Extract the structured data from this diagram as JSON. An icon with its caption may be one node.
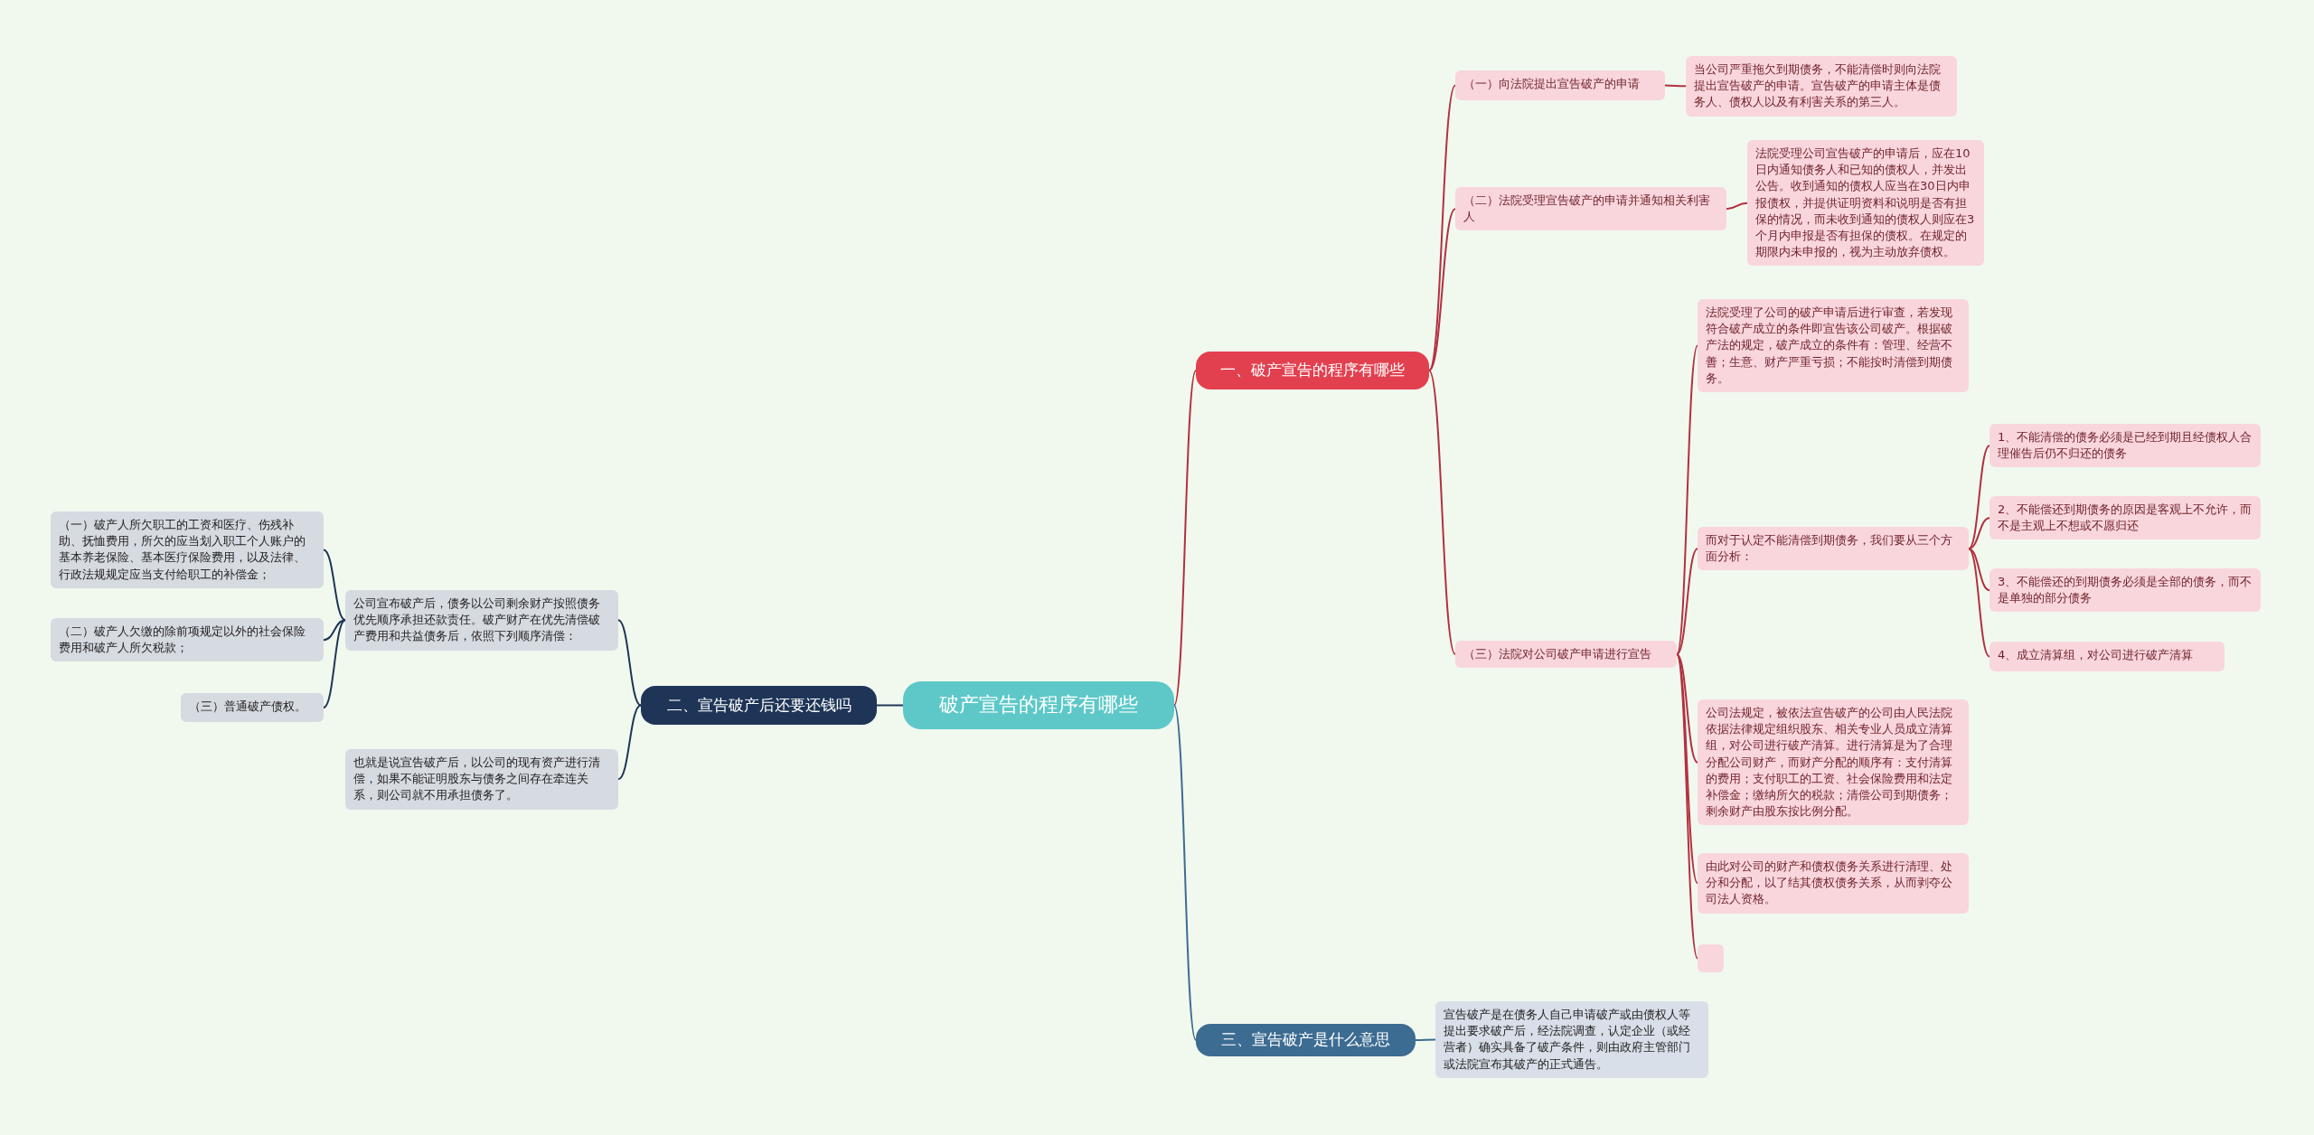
{
  "diagram": {
    "nodes": [
      {
        "text": [
          "破产宣告的程序有哪些"
        ]
      },
      {
        "text": [
          "一、破产宣告的程序有哪些"
        ]
      },
      {
        "text": [
          "（一）向法院提出宣告破产的申请"
        ]
      },
      {
        "text": [
          "当公司严重拖欠到期债务，不能清偿时则向法院提出宣告破产的申请。宣告破产的申请主体是债务人、债权人以及有利害关系的第三人。"
        ]
      },
      {
        "text": [
          "（二）法院受理宣告破产的申请并通知相关利害人"
        ]
      },
      {
        "text": [
          "法院受理公司宣告破产的申请后，应在10日内通知债务人和已知的债权人，并发出公告。收到通知的债权人应当在30日内申报债权，并提供证明资料和说明是否有担保的情况，而未收到通知的债权人则应在3个月内申报是否有担保的债权。在规定的期限内未申报的，视为主动放弃债权。"
        ]
      },
      {
        "text": [
          "（三）法院对公司破产申请进行宣告"
        ]
      },
      {
        "text": [
          "法院受理了公司的破产申请后进行审查，若发现符合破产成立的条件即宣告该公司破产。根据破产法的规定，破产成立的条件有：管理、经营不善；生意、财产严重亏损；不能按时清偿到期债务。"
        ]
      },
      {
        "text": [
          "而对于认定不能清偿到期债务，我们要从三个方面分析："
        ]
      },
      {
        "text": [
          "1、不能清偿的债务必须是已经到期且经债权人合理催告后仍不归还的债务"
        ]
      },
      {
        "text": [
          "2、不能偿还到期债务的原因是客观上不允许，而不是主观上不想或不愿归还"
        ]
      },
      {
        "text": [
          "3、不能偿还的到期债务必须是全部的债务，而不是单独的部分债务"
        ]
      },
      {
        "text": [
          "4、成立清算组，对公司进行破产清算"
        ]
      },
      {
        "text": [
          "公司法规定，被依法宣告破产的公司由人民法院依据法律规定组织股东、相关专业人员成立清算组，对公司进行破产清算。进行清算是为了合理分配公司财产，而财产分配的顺序有：支付清算的费用；支付职工的工资、社会保险费用和法定补偿金；缴纳所欠的税款；清偿公司到期债务；剩余财产由股东按比例分配。"
        ]
      },
      {
        "text": [
          "由此对公司的财产和债权债务关系进行清理、处分和分配，以了结其债权债务关系，从而剥夺公司法人资格。"
        ]
      },
      {
        "text": [],
        "shape": "box"
      },
      {
        "text": [
          "二、宣告破产后还要还钱吗"
        ]
      },
      {
        "text": [
          "公司宣布破产后，债务以公司剩余财产按照债务优先顺序承担还款责任。破产财产在优先清偿破产费用和共益债务后，依照下列顺序清偿："
        ]
      },
      {
        "text": [
          "（一）破产人所欠职工的工资和医疗、伤残补助、抚恤费用，所欠的应当划入职工个人账户的基本养老保险、基本医疗保险费用，以及法律、行政法规规定应当支付给职工的补偿金；"
        ]
      },
      {
        "text": [
          "（二）破产人欠缴的除前项规定以外的社会保险费用和破产人所欠税款；"
        ]
      },
      {
        "text": [
          "（三）普通破产债权。"
        ]
      },
      {
        "text": [
          "也就是说宣告破产后，以公司的现有资产进行清偿，如果不能证明股东与债务之间存在牵连关系，则公司就不用承担债务了。"
        ]
      },
      {
        "text": [
          "三、宣告破产是什么意思"
        ]
      },
      {
        "text": [
          "宣告破产是在债务人自己申请破产或由债权人等提出要求破产后，经法院调查，认定企业（或经营者）确实具备了破产条件，则由政府主管部门或法院宣布其破产的正式通告。"
        ]
      }
    ],
    "edges": [
      {
        "from": 0,
        "to": 1,
        "arrow": "none"
      },
      {
        "from": 1,
        "to": 2,
        "arrow": "none"
      },
      {
        "from": 2,
        "to": 3,
        "arrow": "none"
      },
      {
        "from": 1,
        "to": 4,
        "arrow": "none"
      },
      {
        "from": 4,
        "to": 5,
        "arrow": "none"
      },
      {
        "from": 1,
        "to": 6,
        "arrow": "none"
      },
      {
        "from": 6,
        "to": 7,
        "arrow": "none"
      },
      {
        "from": 6,
        "to": 8,
        "arrow": "none"
      },
      {
        "from": 8,
        "to": 9,
        "arrow": "none"
      },
      {
        "from": 8,
        "to": 10,
        "arrow": "none"
      },
      {
        "from": 8,
        "to": 11,
        "arrow": "none"
      },
      {
        "from": 8,
        "to": 12,
        "arrow": "none"
      },
      {
        "from": 6,
        "to": 13,
        "arrow": "none"
      },
      {
        "from": 6,
        "to": 14,
        "arrow": "none"
      },
      {
        "from": 6,
        "to": 15,
        "arrow": "none"
      },
      {
        "from": 0,
        "to": 16,
        "arrow": "none",
        "color": "#1e3557"
      },
      {
        "from": 16,
        "to": 17,
        "arrow": "none",
        "color": "#1e3557"
      },
      {
        "from": 17,
        "to": 18,
        "arrow": "none",
        "color": "#1e3557"
      },
      {
        "from": 17,
        "to": 19,
        "arrow": "none",
        "color": "#1e3557"
      },
      {
        "from": 17,
        "to": 20,
        "arrow": "none",
        "color": "#1e3557"
      },
      {
        "from": 16,
        "to": 21,
        "arrow": "none",
        "color": "#1e3557"
      },
      {
        "from": 0,
        "to": 22,
        "arrow": "none",
        "color": "#3d6c92"
      },
      {
        "from": 22,
        "to": 23,
        "arrow": "none",
        "color": "#3d6c92"
      }
    ]
  }
}
